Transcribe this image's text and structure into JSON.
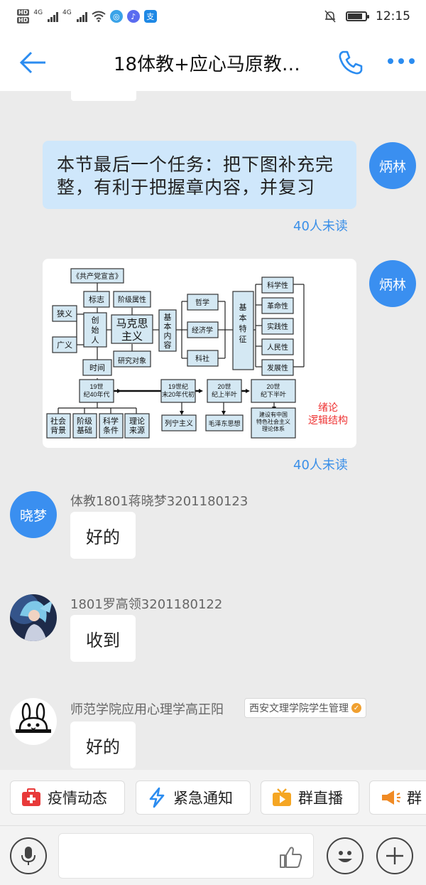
{
  "status_bar": {
    "hd1": "HD",
    "hd2": "HD",
    "net1": "4G",
    "net2": "4G",
    "time": "12:15",
    "battery_level": 0.85
  },
  "header": {
    "title": "18体教+应心马原教…"
  },
  "messages": {
    "m1": {
      "avatar": "炳林",
      "text": "本节最后一个任务：把下图补充完整，有利于把握章内容，并复习",
      "unread": "40人未读"
    },
    "m2": {
      "avatar": "炳林",
      "unread": "40人未读",
      "diagram": {
        "manifesto": "《共产党宣言》",
        "biaozhi": "标志",
        "jieji": "阶级属性",
        "xiayi": "狭义",
        "guangyi": "广义",
        "chuangshiren": "创始人",
        "marxism": "马克思主义",
        "yanjiu": "研究对象",
        "shijian": "时间",
        "jiben_neirong": "基本内容",
        "zhexue": "哲学",
        "jingjixue": "经济学",
        "keshe": "科社",
        "jiben_tezheng": "基本特征",
        "kexuexing": "科学性",
        "gemingxing": "革命性",
        "shijianxing": "实践性",
        "renminxing": "人民性",
        "fazhanxing": "发展性",
        "c19_40": "19世纪40年代",
        "c19_20": "19世纪末20年代初",
        "c20_a": "20世纪上半叶",
        "c20_b": "20世纪下半叶",
        "shehui": "社会背景",
        "jieji_jichu": "阶级基础",
        "kexue_tiaojian": "科学条件",
        "lilun_laiyuan": "理论来源",
        "liening": "列宁主义",
        "mao": "毛泽东思想",
        "zhongguo": "建设有中国特色社会主义理论体系",
        "xulun": "绪论",
        "luoji": "逻辑结构"
      }
    },
    "m3": {
      "avatar": "晓梦",
      "sender": "体教1801蒋晓梦3201180123",
      "text": "好的"
    },
    "m4": {
      "sender": "1801罗高领3201180122",
      "text": "收到"
    },
    "m5": {
      "sender": "师范学院应用心理学高正阳",
      "tag": "西安文理学院学生管理",
      "text": "好的"
    }
  },
  "quick_actions": [
    "疫情动态",
    "紧急通知",
    "群直播",
    "群"
  ],
  "colors": {
    "accent": "#2b8cf0",
    "my_bubble": "#cfe7fb",
    "unread": "#3a8fe8",
    "background": "#ebebeb"
  }
}
